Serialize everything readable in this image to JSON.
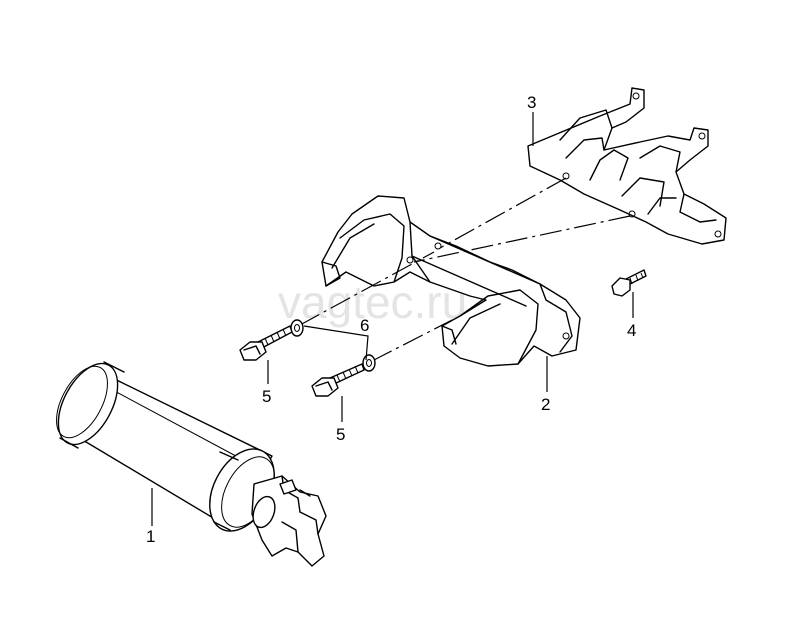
{
  "watermark": "vagtec.ru",
  "callouts": {
    "c1": "1",
    "c2": "2",
    "c3": "3",
    "c4": "4",
    "c5a": "5",
    "c5b": "5",
    "c6": "6"
  },
  "colors": {
    "line": "#000000",
    "background": "#ffffff",
    "watermark": "#cfcfcf"
  }
}
